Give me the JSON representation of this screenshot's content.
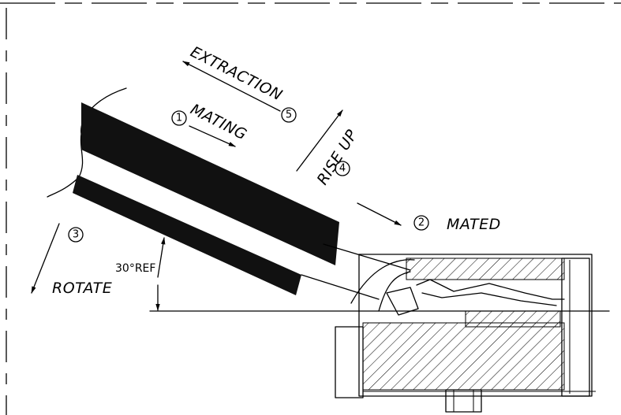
{
  "labels": {
    "extraction": "EXTRACTION",
    "mating": "MATING",
    "rise_up": "RISE UP",
    "mated": "MATED",
    "rotate": "ROTATE",
    "angle_ref": "30°REF"
  },
  "step_numbers": {
    "mating": "1",
    "mated": "2",
    "rotate": "3",
    "rise_up": "4",
    "extraction": "5"
  }
}
